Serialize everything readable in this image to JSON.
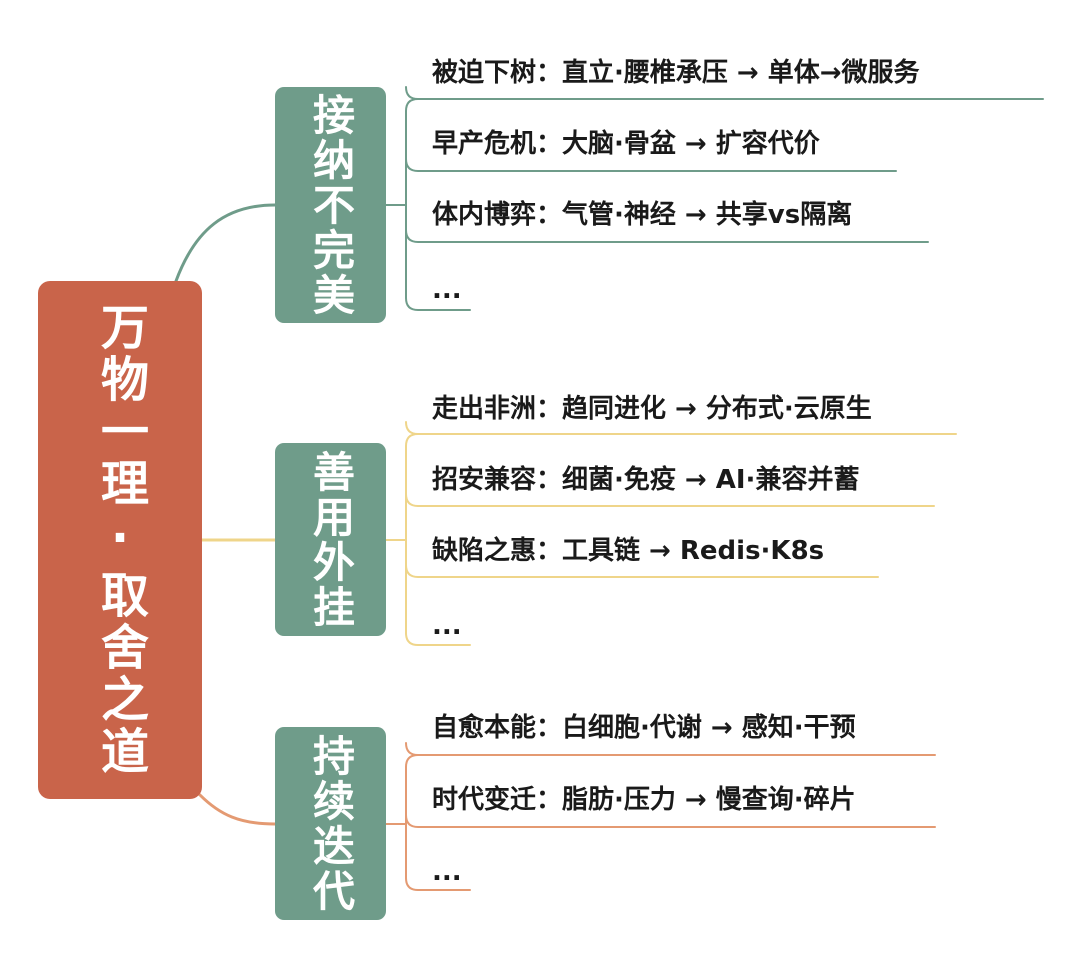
{
  "root": {
    "label": "万物一理·取舍之道"
  },
  "branches": [
    {
      "label": "接纳不完美",
      "color": "#6f9c8a",
      "items": [
        "被迫下树：直立·腰椎承压 → 单体→微服务",
        "早产危机：大脑·骨盆 → 扩容代价",
        "体内博弈：气管·神经 → 共享vs隔离",
        "..."
      ]
    },
    {
      "label": "善用外挂",
      "color": "#efd58a",
      "items": [
        "走出非洲：趋同进化 → 分布式·云原生",
        "招安兼容：细菌·免疫 → AI·兼容并蓄",
        "缺陷之惠：工具链 → Redis·K8s",
        "..."
      ]
    },
    {
      "label": "持续迭代",
      "color": "#e49a72",
      "items": [
        "自愈本能：白细胞·代谢 → 感知·干预",
        "时代变迁：脂肪·压力 → 慢查询·碎片",
        "..."
      ]
    }
  ],
  "colors": {
    "root_fill": "#c9644a",
    "branch_fill": "#6f9c8a",
    "leaf_line": "#6f9c8a"
  }
}
